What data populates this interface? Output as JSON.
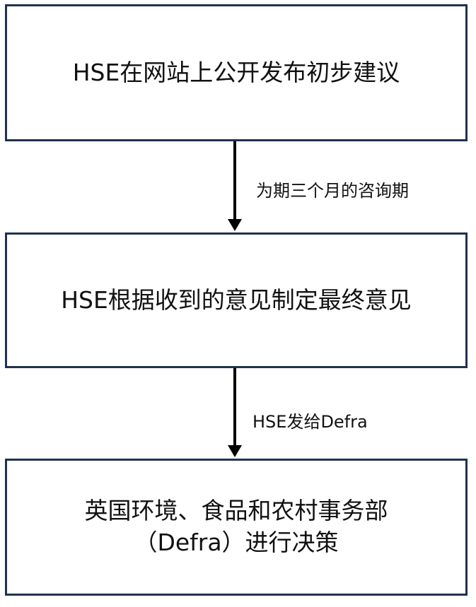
{
  "nodes": [
    {
      "id": "step1",
      "text": "HSE在网站上公开发布初步建议"
    },
    {
      "id": "step2",
      "text": "HSE根据收到的意见制定最终意见"
    },
    {
      "id": "step3",
      "line1": "英国环境、食品和农村事务部",
      "line2": "（Defra）进行决策"
    }
  ],
  "edges": [
    {
      "from": "step1",
      "to": "step2",
      "label": "为期三个月的咨询期"
    },
    {
      "from": "step2",
      "to": "step3",
      "label": "HSE发给Defra"
    }
  ],
  "colors": {
    "box_border": "#1f3250",
    "arrow": "#000000",
    "text": "#111111"
  }
}
